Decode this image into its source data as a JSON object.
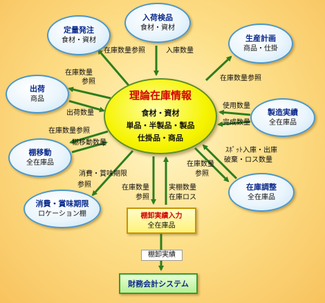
{
  "colors": {
    "arrow": "#2e7d1f",
    "node_border": "#4c97c9",
    "title_text": "#0a2a8c",
    "center_title": "#d40000",
    "center_fill": "#f6f400"
  },
  "center": {
    "title": "理論在庫情報",
    "line1": "食材・資材",
    "line2": "単品・半製品・製品",
    "line3": "仕掛品・商品"
  },
  "nodes": {
    "nyuka": {
      "title": "入荷検品",
      "sub": "食材・資材"
    },
    "teiryo": {
      "title": "定量発注",
      "sub": "食材・資材"
    },
    "seisan": {
      "title": "生産計画",
      "sub": "商品・仕掛"
    },
    "shukka": {
      "title": "出荷",
      "sub": "商品"
    },
    "seizo": {
      "title": "製造実績",
      "sub": "全在庫品"
    },
    "tanaido": {
      "title": "棚移動",
      "sub": "全在庫品"
    },
    "zaiko_chosei": {
      "title": "在庫調整",
      "sub": "全在庫品"
    },
    "shohi": {
      "title": "消費・賞味期限",
      "sub": "ロケーション棚"
    }
  },
  "tana_jisseki": {
    "title": "棚卸実績入力",
    "sub": "全在庫品"
  },
  "zaimu": {
    "title": "財務会計システム"
  },
  "labels": {
    "teiryo_ref": "在庫数量参照",
    "nyuko": "入庫数量",
    "seisan_ref": "在庫数量参照",
    "shukka_ref1": "在庫数量",
    "shukka_ref2": "参照",
    "shukka_qty": "出荷数量",
    "shiyo": "使用数量",
    "kansei": "完成数量",
    "tana_ref": "在庫数量参照",
    "tana_ido": "棚移動数量",
    "spot1": "ｽﾎﾟｯﾄ入庫・出庫",
    "spot2": "破棄・ロス数量",
    "chosei_ref1": "在庫数量",
    "chosei_ref2": "参照",
    "shohi_ref1": "消費・賞味期限",
    "shohi_ref2": "参照",
    "tana_zaiko1": "在庫数量",
    "tana_zaiko2": "参照",
    "jitsu1": "実棚数量",
    "jitsu2": "在庫ロス",
    "tanaorosi": "棚卸実績"
  }
}
